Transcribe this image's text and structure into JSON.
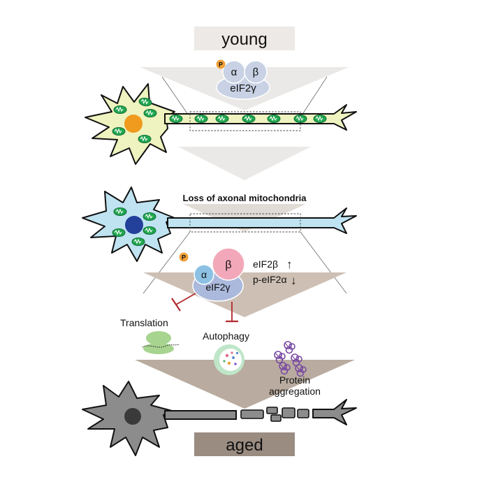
{
  "labels": {
    "young": "young",
    "aged": "aged",
    "loss": "Loss of axonal mitochondria",
    "phos": "P",
    "alpha": "α",
    "beta": "β",
    "gamma": "eIF2γ",
    "eif2b": "eIF2β",
    "peif2a": "p-eIF2α",
    "up_arrow": "↑",
    "down_arrow": "↓",
    "translation": "Translation",
    "autophagy": "Autophagy",
    "protein": "Protein",
    "aggregation": "aggregation"
  },
  "colors": {
    "young_box": "#ece9e6",
    "aged_box": "#9b8c82",
    "young_soma": "#eef3bf",
    "young_nucleus": "#f09a1e",
    "adult_soma": "#bfe3f1",
    "adult_nucleus": "#23409a",
    "aged_neuron": "#8c8c8c",
    "aged_nucleus": "#3a3a3a",
    "mito_fill": "#1ea64e",
    "funnel_light": "#ebe9e7",
    "funnel_tan": "#cdbfb4",
    "funnel_dark": "#b9ab9f",
    "alpha_fill": "#8cc1e3",
    "beta_fill": "#f2a8b8",
    "gamma_fill": "#aab9dc",
    "complex_grey": "#c8d2e4",
    "inhibit_red": "#b0282e",
    "up_red": "#d12a2a",
    "down_blue": "#1f4fa8",
    "phos_orange": "#f2a23a",
    "aggregate_purple": "#7a4ba3"
  }
}
